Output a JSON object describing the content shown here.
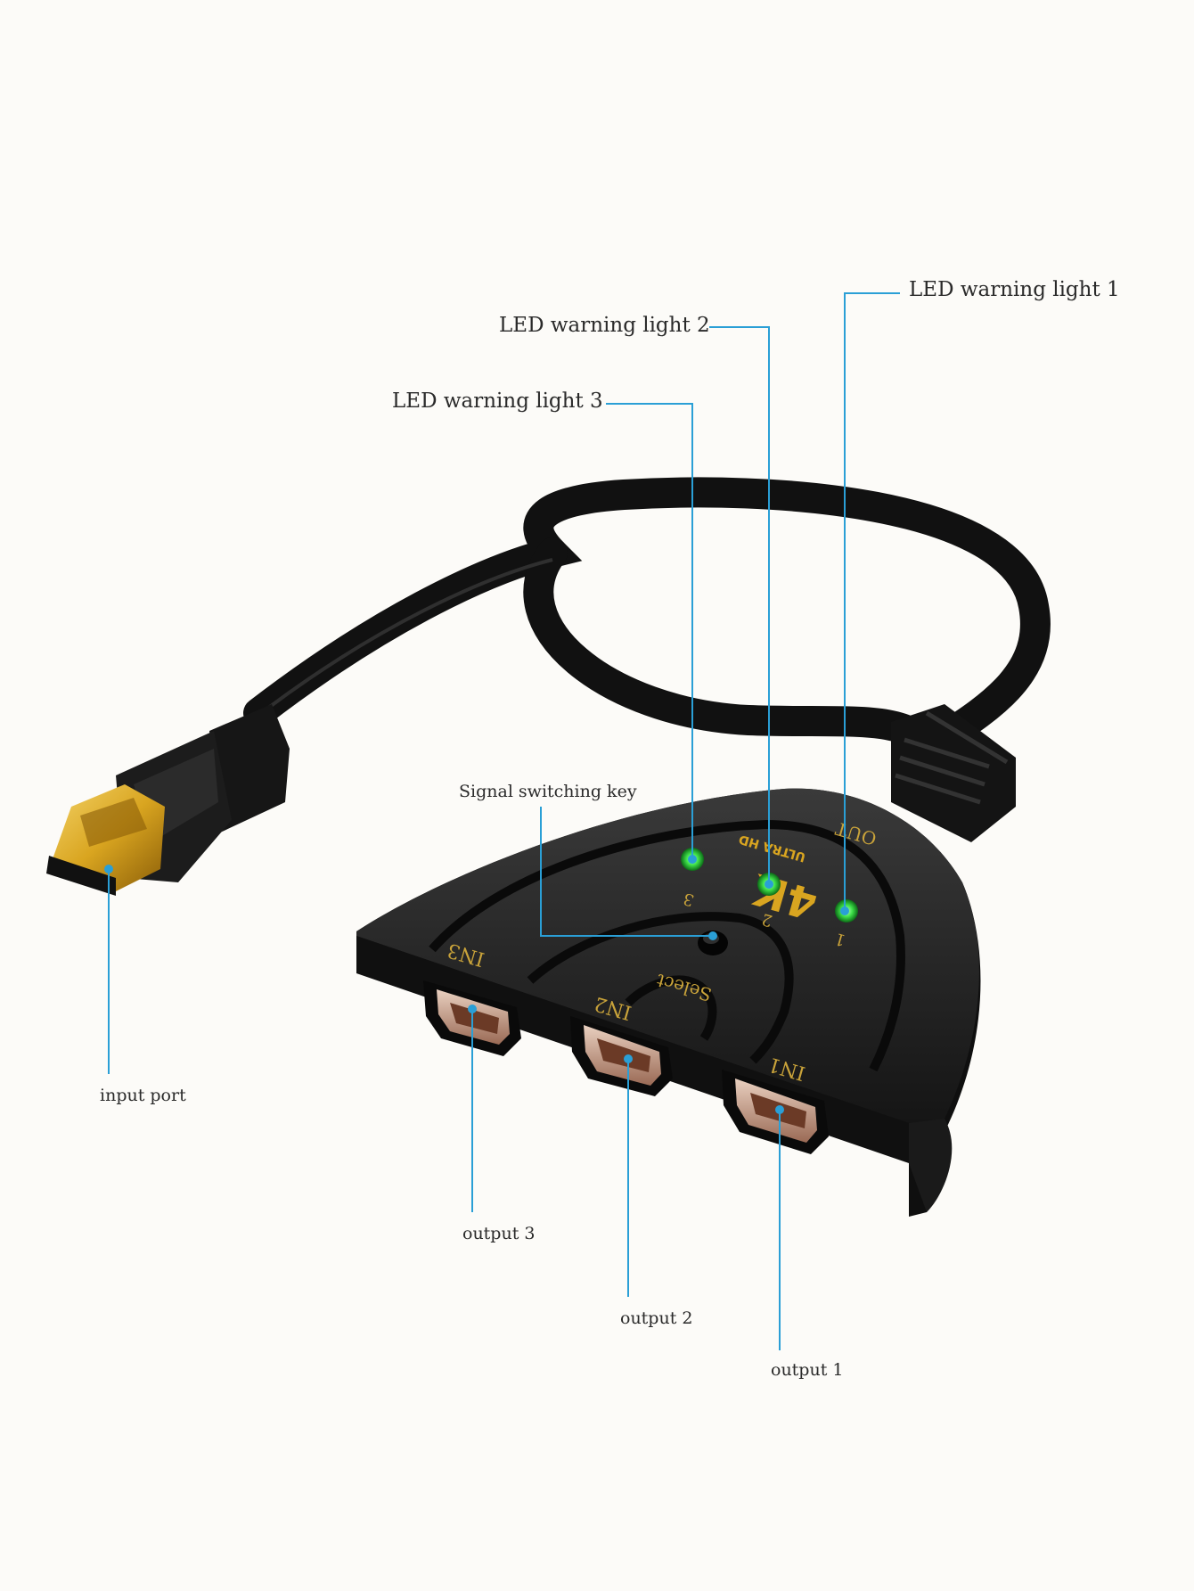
{
  "labels": {
    "led1": "LED warning light 1",
    "led2": "LED warning light 2",
    "led3": "LED warning light 3",
    "signal_key": "Signal switching key",
    "input_port": "input port",
    "output1": "output 1",
    "output2": "output 2",
    "output3": "output 3"
  },
  "device": {
    "port_in1": "IN1",
    "port_in2": "IN2",
    "port_in3": "IN3",
    "out_label": "OUT",
    "select_label": "Select",
    "brand_4k": "4K",
    "brand_sub": "ULTRA HD",
    "led_num_1": "1",
    "led_num_2": "2",
    "led_num_3": "3"
  },
  "colors": {
    "leader_line": "#2a9fd6",
    "led_green": "#3fe24a",
    "gold": "#d9a520",
    "body": "#1b1b1b"
  }
}
